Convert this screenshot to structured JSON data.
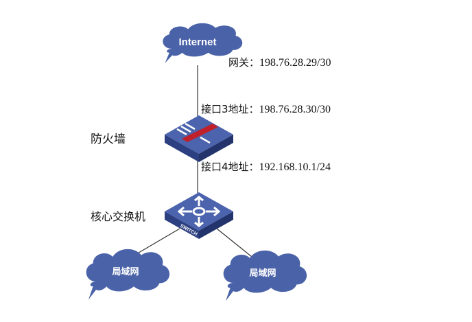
{
  "nodes": {
    "internet": {
      "label": "Internet"
    },
    "firewall": {
      "label": "防火墙"
    },
    "core_switch": {
      "label": "核心交换机",
      "device_text": "SWITCH"
    },
    "lan_left": {
      "label": "局域网"
    },
    "lan_right": {
      "label": "局域网"
    }
  },
  "annotations": {
    "gateway": {
      "prefix": "网关：",
      "ip": "198.76.28.29/30"
    },
    "port3": {
      "prefix": "接口3地址：",
      "ip": "198.76.28.30/30"
    },
    "port4": {
      "prefix": "接口4地址：",
      "ip": "192.168.10.1/24"
    }
  },
  "colors": {
    "cloud": "#4a62a8",
    "device_top": "#4c64ad",
    "device_side": "#2c3f80",
    "firewall_bar": "#c0202a"
  }
}
